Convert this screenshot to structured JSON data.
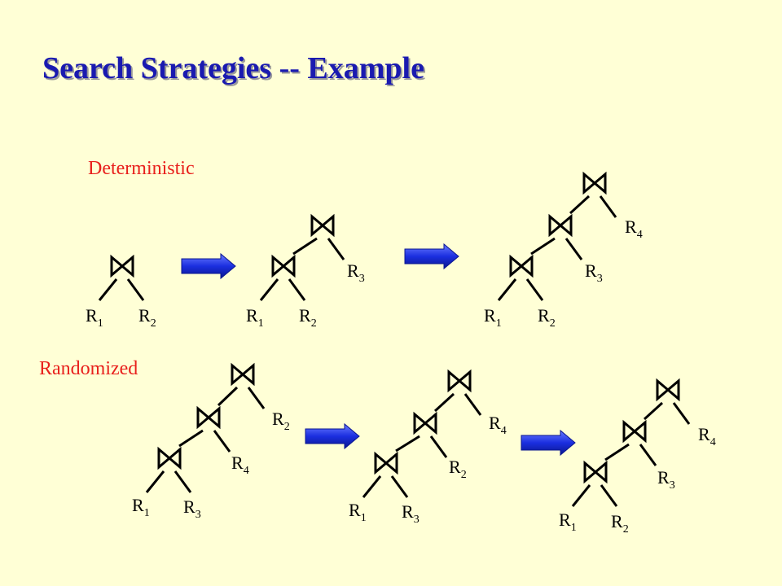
{
  "title": "Search Strategies -- Example",
  "sections": {
    "deterministic": "Deterministic",
    "randomized": "Randomized"
  },
  "join_symbol": "bowtie-join-icon",
  "arrow_icon": "right-arrow-icon",
  "colors": {
    "background": "#FFFFD6",
    "title": "#1A1AB0",
    "section_label": "#E8201C",
    "arrow": "#1B2FE0"
  },
  "trees": [
    {
      "section": "deterministic",
      "left_leaves": [
        "1"
      ],
      "right_leaves": [
        "2"
      ]
    },
    {
      "section": "deterministic",
      "left_leaves": [
        "1"
      ],
      "right_leaves": [
        "2",
        "3"
      ]
    },
    {
      "section": "deterministic",
      "left_leaves": [
        "1"
      ],
      "right_leaves": [
        "2",
        "3",
        "4"
      ]
    },
    {
      "section": "randomized",
      "left_leaves": [
        "1"
      ],
      "right_leaves": [
        "3",
        "4",
        "2"
      ]
    },
    {
      "section": "randomized",
      "left_leaves": [
        "1"
      ],
      "right_leaves": [
        "3",
        "2",
        "4"
      ]
    },
    {
      "section": "randomized",
      "left_leaves": [
        "1"
      ],
      "right_leaves": [
        "2",
        "3",
        "4"
      ]
    }
  ],
  "relation_prefix": "R"
}
